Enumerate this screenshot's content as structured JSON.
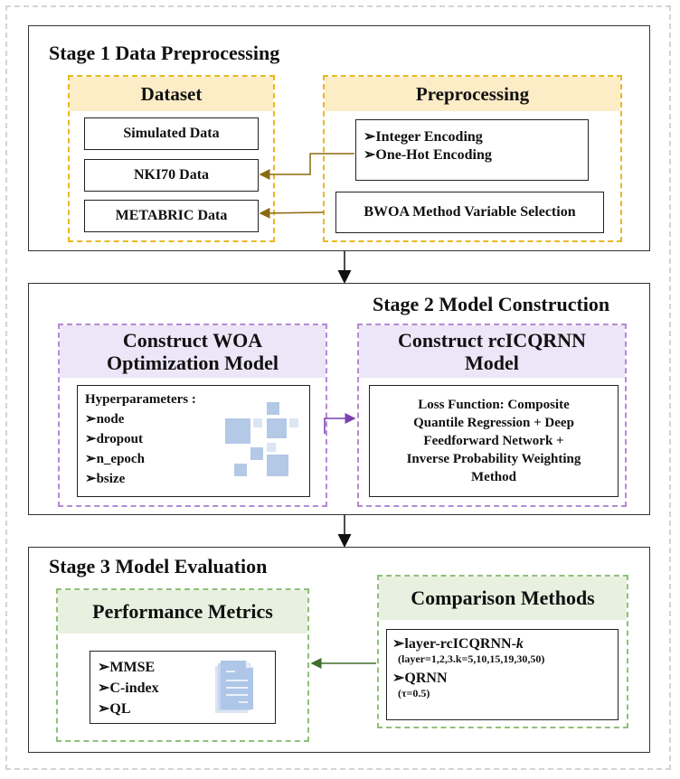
{
  "stage1": {
    "title": "Stage 1 Data Preprocessing",
    "dataset": {
      "header": "Dataset",
      "items": [
        "Simulated Data",
        "NKI70 Data",
        "METABRIC Data"
      ]
    },
    "preprocessing": {
      "header": "Preprocessing",
      "encoding_items": [
        "➢Integer Encoding",
        "➢One-Hot Encoding"
      ],
      "selection": "BWOA Method Variable Selection"
    }
  },
  "stage2": {
    "title": "Stage 2 Model Construction",
    "woa": {
      "header_line1": "Construct WOA",
      "header_line2": "Optimization Model",
      "hyper_label": "Hyperparameters :",
      "items": [
        "➢node",
        "➢dropout",
        "➢n_epoch",
        "➢bsize"
      ],
      "icon": "squares-grid-icon"
    },
    "rcicqrnn": {
      "header_line1": "Construct rcICQRNN",
      "header_line2": "Model",
      "loss_lines": [
        "Loss Function: Composite",
        "Quantile Regression + Deep",
        "Feedforward Network +",
        "Inverse Probability Weighting",
        "Method"
      ]
    }
  },
  "stage3": {
    "title": "Stage 3 Model Evaluation",
    "metrics": {
      "header": "Performance Metrics",
      "items": [
        "➢MMSE",
        "➢C-index",
        "➢QL"
      ],
      "icon": "document-icon"
    },
    "comparison": {
      "header": "Comparison Methods",
      "method1": "➢layer-rcICQRNN-",
      "method1_k": "k",
      "method1_params": "(layer=1,2,3.k=5,10,15,19,30,50)",
      "method2": "➢QRNN",
      "method2_params": "(τ=0.5)"
    }
  },
  "colors": {
    "yellow_border": "#e8b923",
    "yellow_fill": "#fdedc7",
    "purple_border": "#b48ad6",
    "purple_fill": "#ece6f8",
    "green_border": "#8fc07a",
    "green_fill": "#e8f1df",
    "brown_arrow": "#8a6a10",
    "purple_arrow": "#7a3fb0",
    "green_arrow": "#3f6e2a"
  }
}
